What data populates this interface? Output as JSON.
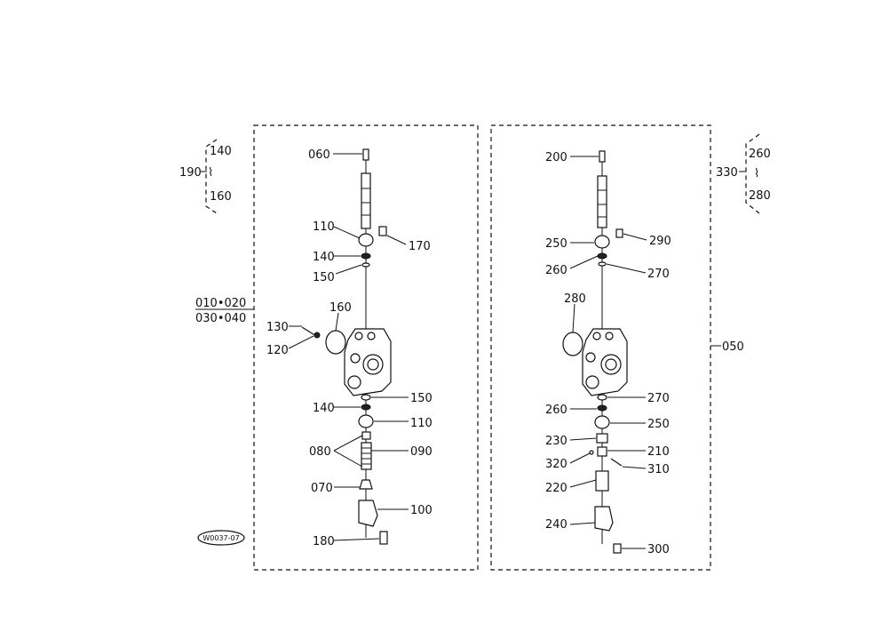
{
  "left_group": {
    "bracket_label": "190",
    "bracket_top": "140",
    "bracket_mid": "⌇",
    "bracket_bottom": "160",
    "assembly_line1": "010•020",
    "assembly_line2": "030•040",
    "callouts": [
      "060",
      "110",
      "170",
      "140",
      "150",
      "160",
      "130",
      "120",
      "150",
      "140",
      "110",
      "080",
      "090",
      "070",
      "100",
      "180"
    ]
  },
  "right_group": {
    "bracket_label": "330",
    "bracket_top": "260",
    "bracket_mid": "⌇",
    "bracket_bottom": "280",
    "assembly": "050",
    "callouts": [
      "200",
      "250",
      "290",
      "260",
      "270",
      "280",
      "270",
      "260",
      "250",
      "230",
      "210",
      "320",
      "310",
      "220",
      "240",
      "300"
    ]
  },
  "stamp": "W0037-07"
}
